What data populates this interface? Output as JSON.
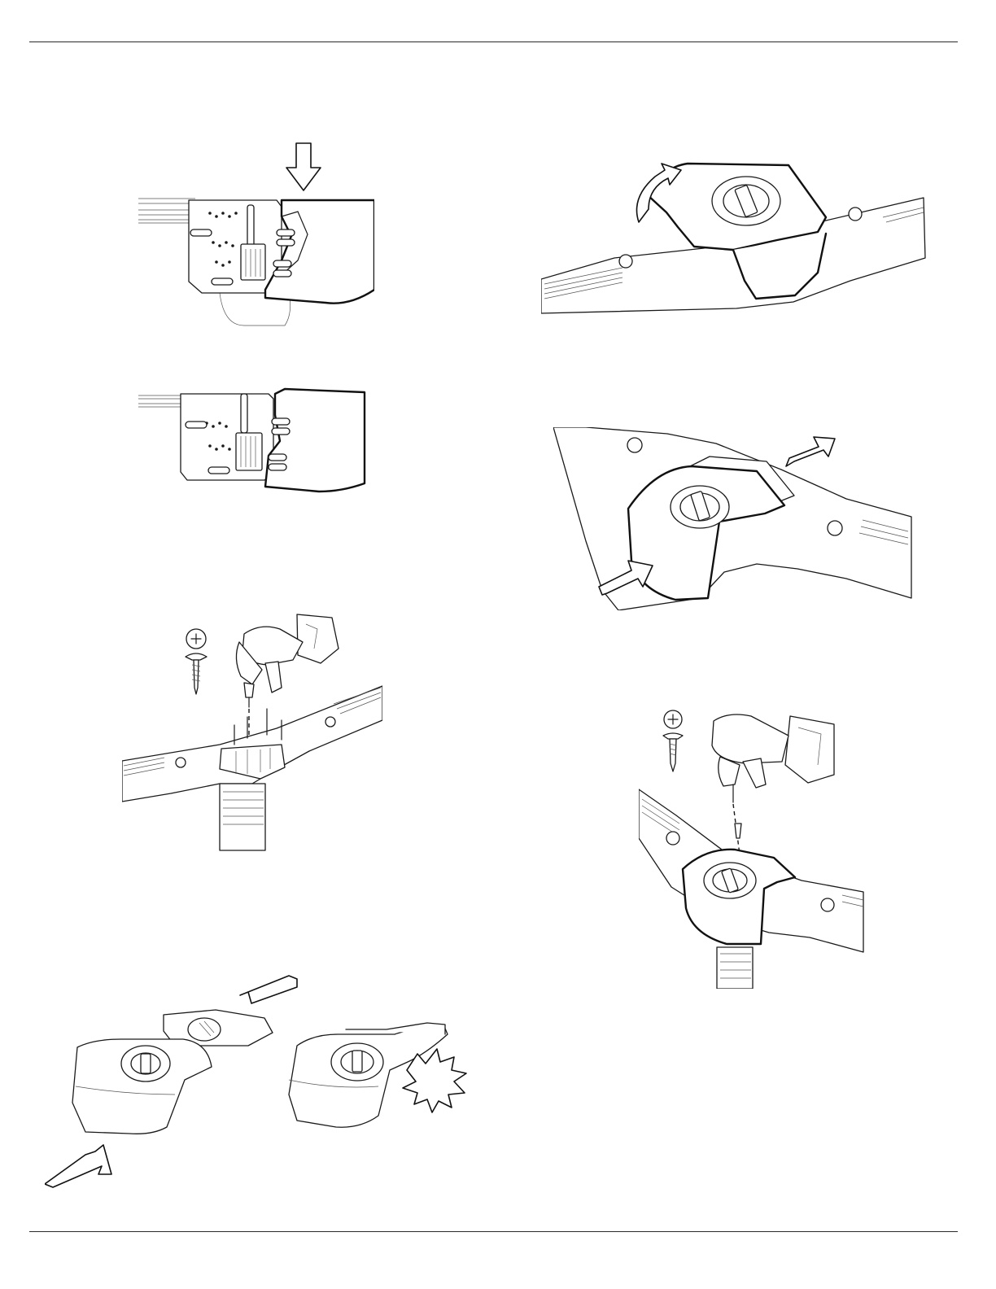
{
  "page": {
    "header_rule": "top",
    "footer_rule": "bottom"
  },
  "figures": [
    {
      "id": "step-1a",
      "icon": "arrow-down-icon"
    },
    {
      "id": "step-1b",
      "icon": "none"
    },
    {
      "id": "step-2",
      "icon": "drill-icon"
    },
    {
      "id": "step-3",
      "icon": "arrow-icon"
    },
    {
      "id": "step-4",
      "icon": "rotate-arrow-icon"
    },
    {
      "id": "step-5",
      "icon": "arrow-icon"
    },
    {
      "id": "step-6",
      "icon": "drill-icon"
    },
    {
      "id": "step-7",
      "icon": "burst-icon"
    }
  ],
  "colors": {
    "line": "#1a1a1a",
    "paper": "#ffffff"
  }
}
